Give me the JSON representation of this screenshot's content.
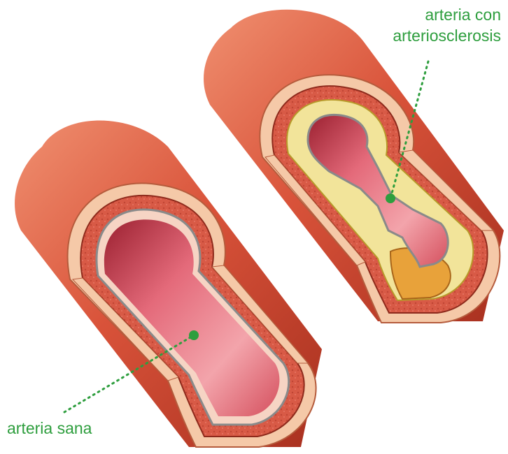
{
  "labels": {
    "diseased_line1": "arteria con",
    "diseased_line2": "arteriosclerosis",
    "healthy": "arteria sana"
  },
  "colors": {
    "label_green": "#2e9e3e",
    "artery_outer": "#d9533a",
    "artery_dark": "#9b2418",
    "lumen": "#e8707a",
    "plaque": "#f2e49a",
    "plaque_orange": "#e8a23a",
    "adventitia_pale": "#f5c9a8"
  }
}
